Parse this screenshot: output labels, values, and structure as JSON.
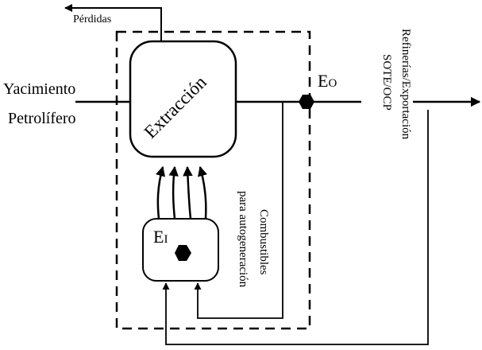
{
  "labels": {
    "losses": "Pérdidas",
    "source_line1": "Yacimiento",
    "source_line2": "Petrolífero",
    "process": "Extracción",
    "output_energy": "E",
    "output_energy_sub": "O",
    "input_energy": "E",
    "input_energy_sub": "I",
    "destination_line1": "Refinerías/Exportación",
    "destination_line2": "SOTE/OCP",
    "fuel_line1": "Combustibles",
    "fuel_line2": "para autogeneración"
  }
}
